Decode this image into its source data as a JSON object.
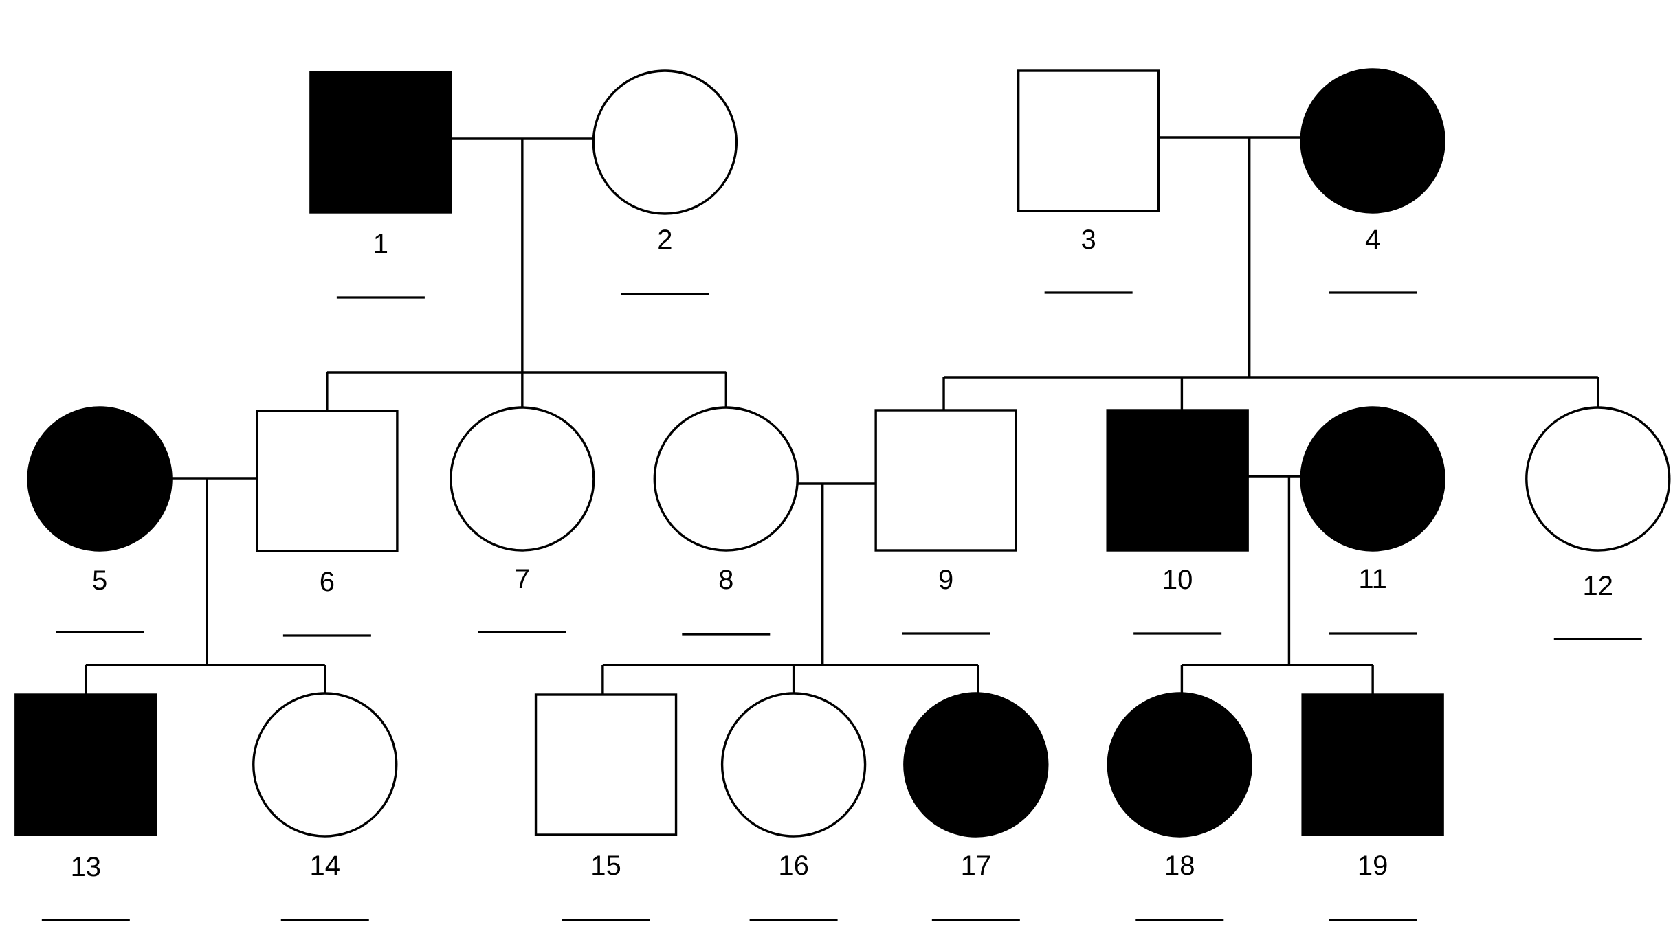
{
  "pedigree": {
    "individuals": [
      {
        "id": "1",
        "sex": "male",
        "affected": true
      },
      {
        "id": "2",
        "sex": "female",
        "affected": false
      },
      {
        "id": "3",
        "sex": "male",
        "affected": false
      },
      {
        "id": "4",
        "sex": "female",
        "affected": true
      },
      {
        "id": "5",
        "sex": "female",
        "affected": true
      },
      {
        "id": "6",
        "sex": "male",
        "affected": false
      },
      {
        "id": "7",
        "sex": "female",
        "affected": false
      },
      {
        "id": "8",
        "sex": "female",
        "affected": false
      },
      {
        "id": "9",
        "sex": "male",
        "affected": false
      },
      {
        "id": "10",
        "sex": "male",
        "affected": true
      },
      {
        "id": "11",
        "sex": "female",
        "affected": true
      },
      {
        "id": "12",
        "sex": "female",
        "affected": false
      },
      {
        "id": "13",
        "sex": "male",
        "affected": true
      },
      {
        "id": "14",
        "sex": "female",
        "affected": false
      },
      {
        "id": "15",
        "sex": "male",
        "affected": false
      },
      {
        "id": "16",
        "sex": "female",
        "affected": false
      },
      {
        "id": "17",
        "sex": "female",
        "affected": true
      },
      {
        "id": "18",
        "sex": "female",
        "affected": true
      },
      {
        "id": "19",
        "sex": "male",
        "affected": true
      }
    ],
    "couples": [
      {
        "partners": [
          "1",
          "2"
        ],
        "children": [
          "6",
          "7",
          "8"
        ]
      },
      {
        "partners": [
          "3",
          "4"
        ],
        "children": [
          "9",
          "10",
          "12"
        ]
      },
      {
        "partners": [
          "5",
          "6"
        ],
        "children": [
          "13",
          "14"
        ]
      },
      {
        "partners": [
          "8",
          "9"
        ],
        "children": [
          "15",
          "16",
          "17"
        ]
      },
      {
        "partners": [
          "10",
          "11"
        ],
        "children": [
          "18",
          "19"
        ]
      }
    ],
    "colors": {
      "affected": "#000000",
      "unaffected": "#ffffff",
      "line": "#000000"
    }
  }
}
